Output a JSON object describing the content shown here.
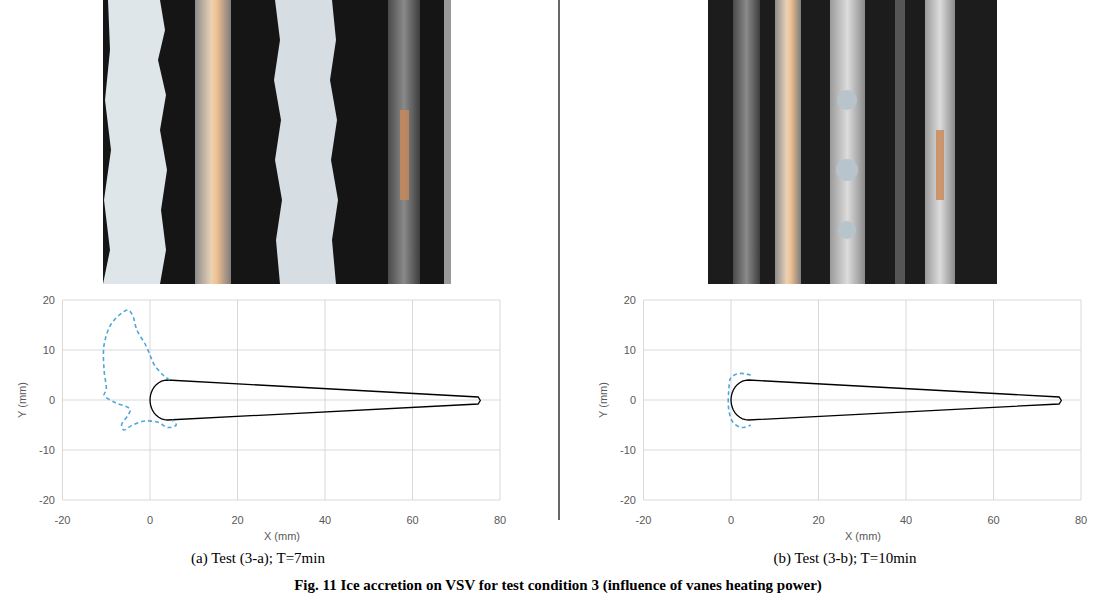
{
  "diagram": {
    "caption": "Fig. 11 Ice accretion on VSV for test condition 3 (influence of vanes heating power)",
    "labels": [
      "20",
      "10",
      "0",
      "-10",
      "-20",
      "Y (mm)",
      "-20",
      "0",
      "20",
      "40",
      "60",
      "80",
      "X (mm)",
      "(a) Test (3-a); T=7min",
      "20",
      "10",
      "0",
      "-10",
      "-20",
      "Y (mm)",
      "-20",
      "0",
      "20",
      "40",
      "60",
      "80",
      "X (mm)",
      "(b) Test (3-b); T=10min"
    ]
  }
}
